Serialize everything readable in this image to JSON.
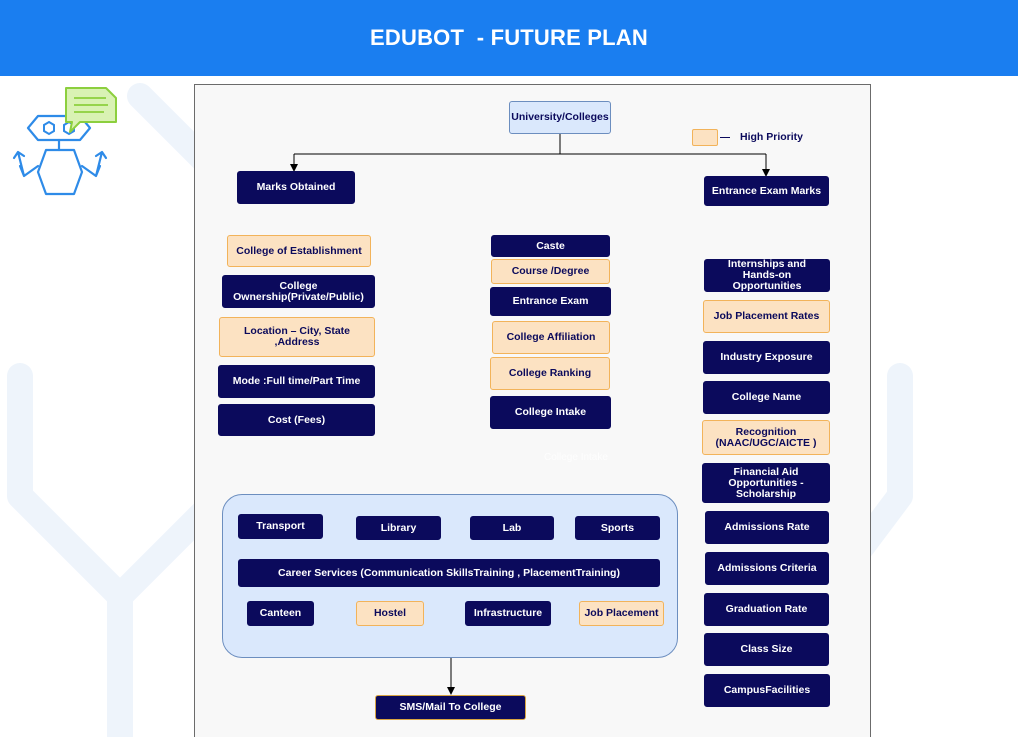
{
  "header": {
    "title": "EDUBOT  - FUTURE PLAN"
  },
  "legend": {
    "label": "High Priority"
  },
  "colors": {
    "header_bg": "#1a7ef0",
    "dark_node": "#0b0a5c",
    "high_priority_fill": "#fce2c2",
    "high_priority_border": "#f2b35a",
    "cluster_fill": "#dae8fc",
    "cluster_border": "#6c8ebf"
  },
  "icons": {
    "logo": "robot-chat-icon"
  },
  "root": {
    "label": "University/Colleges"
  },
  "left_branch": {
    "label": "Marks Obtained",
    "items": [
      {
        "label": "College of Establishment",
        "priority": true
      },
      {
        "label": "College Ownership(Private/Public)",
        "priority": false
      },
      {
        "label": "Location – City, State ,Address",
        "priority": true
      },
      {
        "label": "Mode :Full time/Part Time",
        "priority": false
      },
      {
        "label": "Cost (Fees)",
        "priority": false
      }
    ]
  },
  "middle_column": {
    "items": [
      {
        "label": "Caste",
        "priority": false
      },
      {
        "label": "Course /Degree",
        "priority": true
      },
      {
        "label": "Entrance Exam",
        "priority": false
      },
      {
        "label": "College Affiliation",
        "priority": true
      },
      {
        "label": "College Ranking",
        "priority": true
      },
      {
        "label": "College Intake",
        "priority": false
      }
    ],
    "ghost_label": "College Intake"
  },
  "right_branch": {
    "label": "Entrance Exam Marks",
    "items": [
      {
        "label": "Internships and Hands-on Opportunities",
        "priority": false
      },
      {
        "label": "Job Placement Rates",
        "priority": true
      },
      {
        "label": "Industry Exposure",
        "priority": false
      },
      {
        "label": "College Name",
        "priority": false
      },
      {
        "label": "Recognition (NAAC/UGC/AICTE )",
        "priority": true
      },
      {
        "label": "Financial Aid Opportunities - Scholarship",
        "priority": false
      },
      {
        "label": "Admissions Rate",
        "priority": false
      },
      {
        "label": "Admissions Criteria",
        "priority": false
      },
      {
        "label": "Graduation Rate",
        "priority": false
      },
      {
        "label": "Class Size",
        "priority": false
      },
      {
        "label": "CampusFacilities",
        "priority": false
      }
    ]
  },
  "facilities": {
    "row1": [
      {
        "label": "Transport",
        "priority": false
      },
      {
        "label": "Library",
        "priority": false
      },
      {
        "label": "Lab",
        "priority": false
      },
      {
        "label": "Sports",
        "priority": false
      }
    ],
    "career": {
      "label": "Career Services (Communication SkillsTraining , PlacementTraining)"
    },
    "row3": [
      {
        "label": "Canteen",
        "priority": false
      },
      {
        "label": "Hostel",
        "priority": true
      },
      {
        "label": "Infrastructure",
        "priority": false
      },
      {
        "label": "Job Placement",
        "priority": true
      }
    ]
  },
  "output": {
    "label": "SMS/Mail To College"
  }
}
